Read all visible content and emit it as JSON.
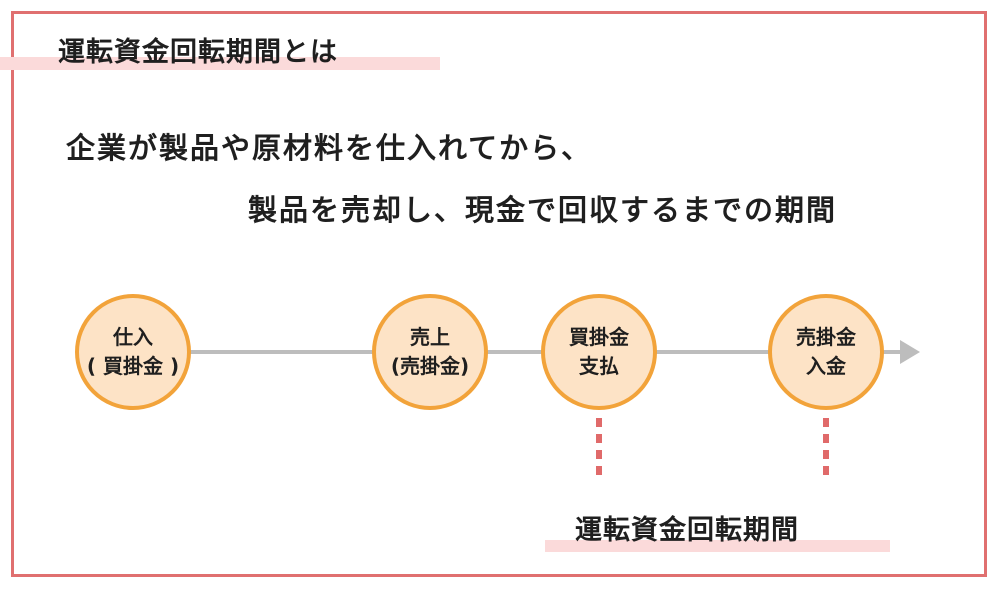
{
  "title": "運転資金回転期間とは",
  "description": {
    "line1": "企業が製品や原材料を仕入れてから、",
    "line2": "製品を売却し、現金で回収するまでの期間"
  },
  "timeline": [
    {
      "line1": "仕入",
      "line2": "( 買掛金 )"
    },
    {
      "line1": "売上",
      "line2": "(売掛金)"
    },
    {
      "line1": "買掛金",
      "line2": "支払"
    },
    {
      "line1": "売掛金",
      "line2": "入金"
    }
  ],
  "period_label": "運転資金回転期間",
  "colors": {
    "frame": "#e07070",
    "node_fill": "#fde3c6",
    "node_border": "#f2a33a",
    "highlight": "#fbdada",
    "dash": "#e06a6a",
    "line": "#bdbdbd"
  }
}
